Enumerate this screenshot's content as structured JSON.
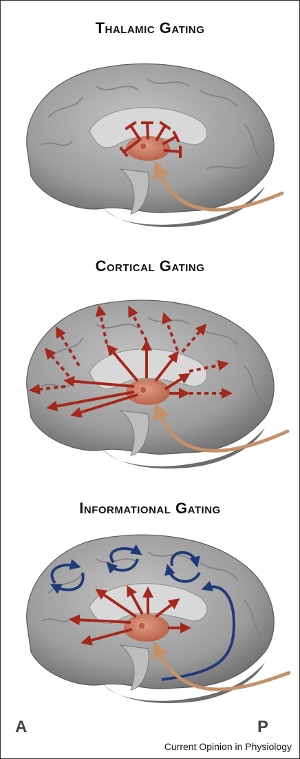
{
  "panels": [
    {
      "title": "Thalamic Gating",
      "type": "thalamic"
    },
    {
      "title": "Cortical Gating",
      "type": "cortical"
    },
    {
      "title": "Informational Gating",
      "type": "informational"
    }
  ],
  "orientation": {
    "anterior": "A",
    "posterior": "P"
  },
  "credit": "Current Opinion in Physiology",
  "colors": {
    "brain": "#a9a9a9",
    "brain_dark": "#6f6f6f",
    "thalamus": "#c97b62",
    "thalamic_arrows": "#a5281c",
    "input_arrow": "#c4916a",
    "cortico_cortical_arrows": "#1f3a7a"
  }
}
